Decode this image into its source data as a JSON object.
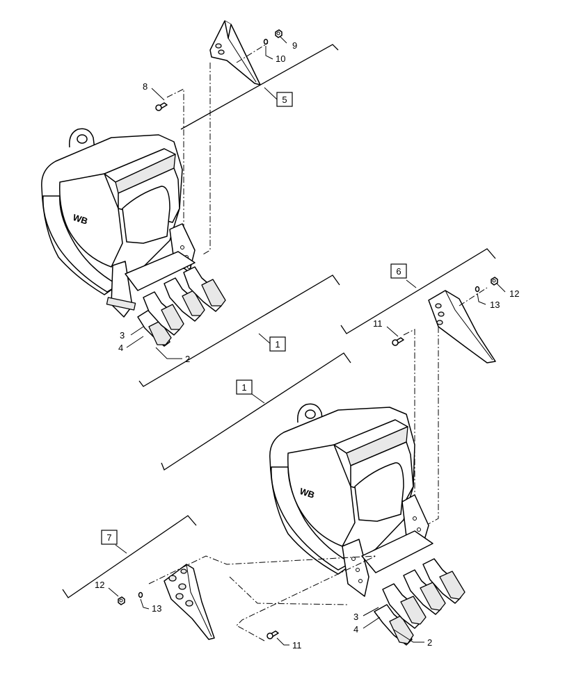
{
  "callouts": {
    "top_bucket": {
      "kit": "1",
      "n3": "3",
      "n4": "4",
      "n2": "2"
    },
    "bottom_bucket": {
      "kit": "1",
      "n3": "3",
      "n4": "4",
      "n2": "2",
      "n11": "11"
    },
    "kit5": {
      "kit": "5",
      "n8": "8",
      "n9": "9",
      "n10": "10"
    },
    "kit6": {
      "kit": "6",
      "n11": "11",
      "n12": "12",
      "n13": "13"
    },
    "kit7": {
      "kit": "7",
      "n12": "12",
      "n13": "13"
    }
  },
  "logo_text": "WB"
}
